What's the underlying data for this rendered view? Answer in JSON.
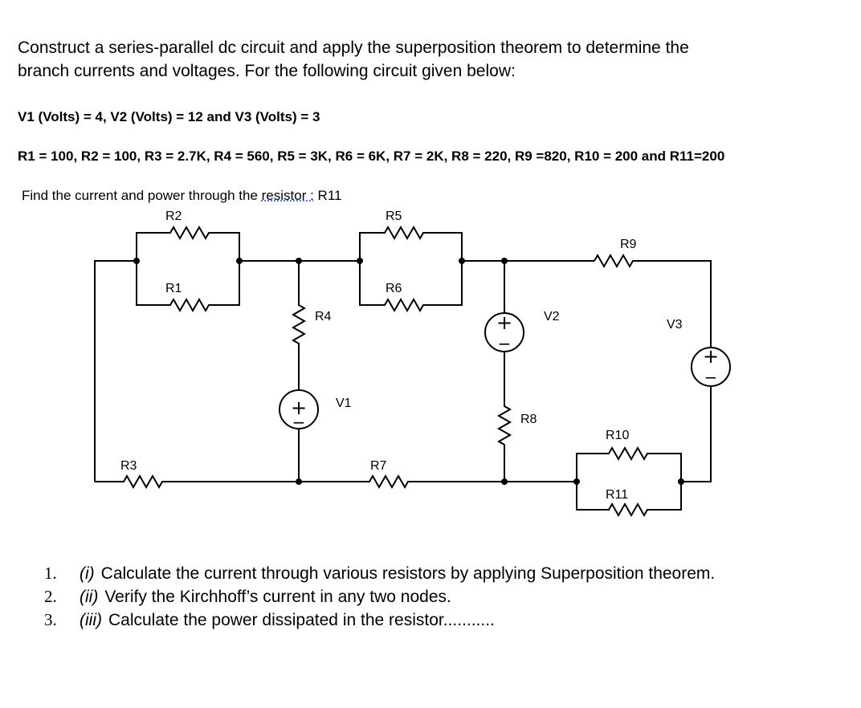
{
  "problem": {
    "intro_line1": "Construct a series-parallel dc circuit and apply the superposition theorem to determine the",
    "intro_line2": "branch currents and voltages. For the following circuit given below:",
    "voltages": "V1 (Volts) = 4, V2 (Volts) = 12 and V3 (Volts) = 3",
    "resistors": "R1 = 100, R2 = 100, R3 = 2.7K, R4 = 560, R5 = 3K, R6 = 6K, R7 = 2K, R8 = 220, R9 =820, R10 = 200 and R11=200",
    "find_prefix": "Find the current and power through the ",
    "find_underlined": "resistor :",
    "find_suffix": " R11"
  },
  "circuit": {
    "labels": {
      "R1": "R1",
      "R2": "R2",
      "R3": "R3",
      "R4": "R4",
      "R5": "R5",
      "R6": "R6",
      "R7": "R7",
      "R8": "R8",
      "R9": "R9",
      "R10": "R10",
      "R11": "R11",
      "V1": "V1",
      "V2": "V2",
      "V3": "V3"
    },
    "plus": "+",
    "minus": "−"
  },
  "tasks": [
    {
      "num": "1.",
      "roman": "(i)",
      "text": "Calculate the current through various resistors by applying Superposition theorem."
    },
    {
      "num": "2.",
      "roman": "(ii)",
      "text": "Verify the Kirchhoff’s current in any two nodes."
    },
    {
      "num": "3.",
      "roman": "(iii)",
      "text": "Calculate the power dissipated in the resistor..........."
    }
  ]
}
